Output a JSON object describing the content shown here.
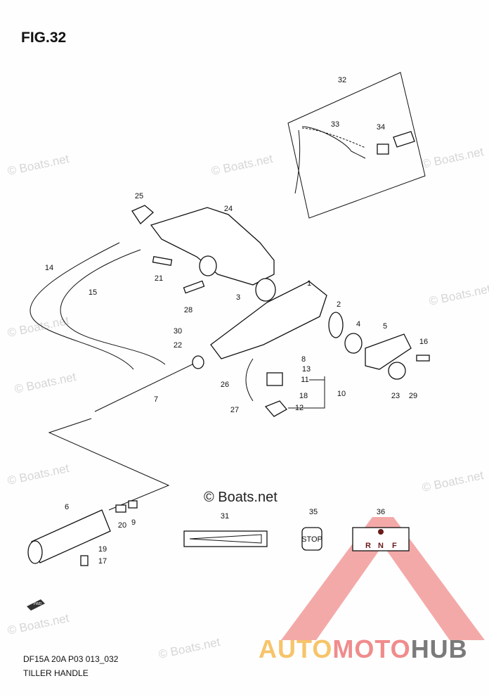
{
  "figure_label": "FIG.32",
  "footer": {
    "code": "DF15A 20A P03 013_032",
    "title": "TILLER HANDLE"
  },
  "watermark": {
    "text": "© Boats.net",
    "brand_parts": [
      "AUTO",
      "MOTO",
      "HUB"
    ],
    "brand_colors": [
      "#f7c46a",
      "#f08c8c",
      "#7a7a7a"
    ]
  },
  "decal_text": {
    "stop": "STOP",
    "shift": [
      "R",
      "N",
      "F"
    ],
    "fwd": "FWD"
  },
  "callouts": [
    "32",
    "33",
    "34",
    "25",
    "24",
    "14",
    "15",
    "21",
    "28",
    "3",
    "1",
    "2",
    "4",
    "5",
    "16",
    "30",
    "22",
    "8",
    "13",
    "11",
    "10",
    "26",
    "18",
    "12",
    "27",
    "23",
    "29",
    "7",
    "6",
    "20",
    "9",
    "19",
    "17",
    "31",
    "35",
    "36"
  ]
}
